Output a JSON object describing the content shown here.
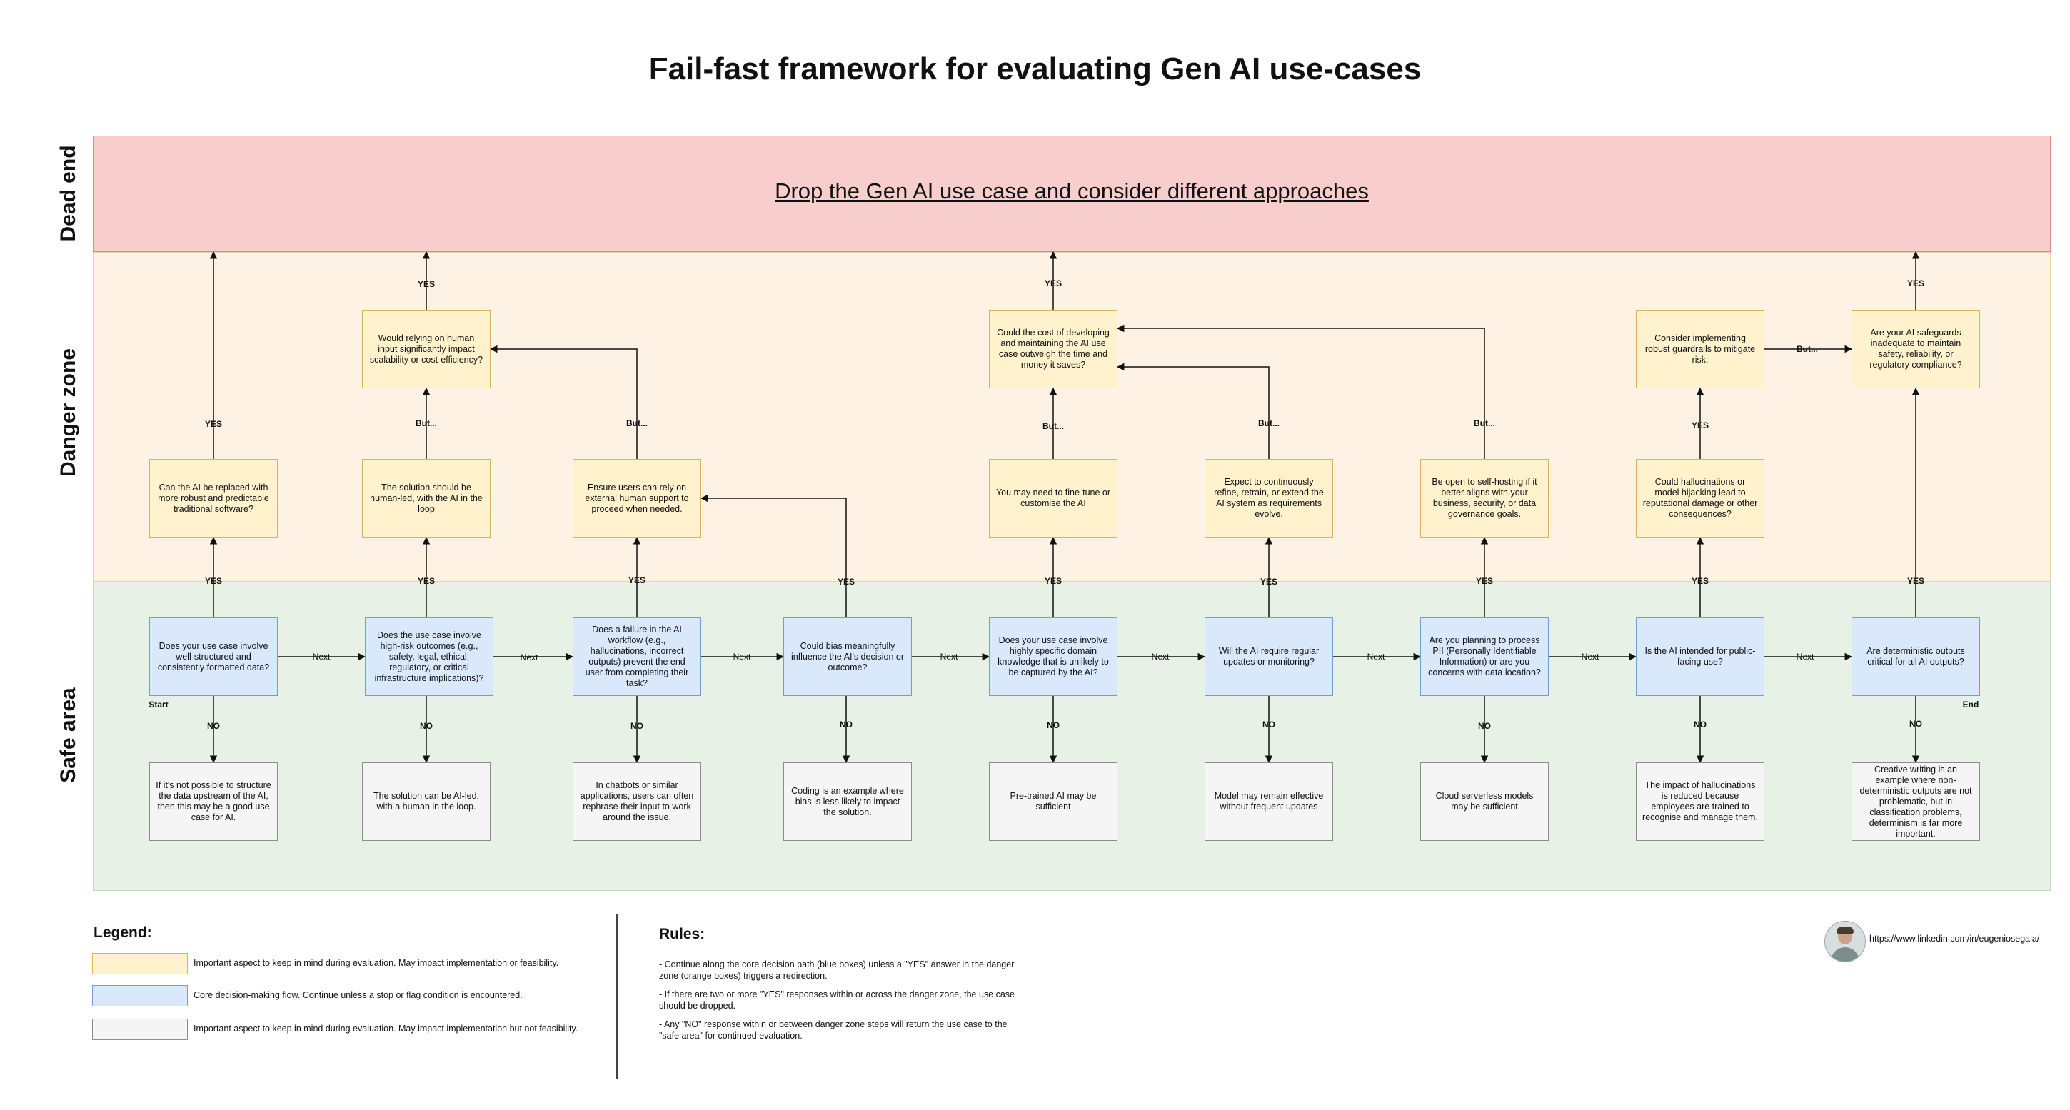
{
  "title": "Fail-fast framework for evaluating Gen AI use-cases",
  "zones": {
    "dead_end": "Dead end",
    "danger_zone": "Danger zone",
    "safe_area": "Safe area"
  },
  "dead_end_text": "Drop the Gen AI use case and consider different approaches",
  "core": [
    "Does your use case involve well-structured and consistently formatted data?",
    "Does the use case involve high-risk outcomes (e.g., safety, legal, ethical, regulatory, or critical infrastructure implications)?",
    "Does a failure in the AI workflow (e.g., hallucinations, incorrect outputs) prevent the end user from completing their task?",
    "Could bias meaningfully influence the AI's decision or outcome?",
    "Does your use case involve highly specific domain knowledge that is unlikely to be captured by the AI?",
    "Will the AI require regular updates or monitoring?",
    "Are you planning to process PII (Personally Identifiable Information) or are you concerns with data location?",
    "Is the AI intended for public-facing use?",
    "Are deterministic outputs critical for all AI outputs?"
  ],
  "danger_low": [
    "Can the AI be replaced with more robust and predictable traditional software?",
    "The solution should be human-led, with the AI in the loop",
    "Ensure users can rely on external human support to proceed when needed.",
    "You may need to fine-tune or customise the AI",
    "Expect to continuously refine, retrain, or extend the AI system as requirements evolve.",
    "Be open to self-hosting if it better aligns with your business, security, or data governance goals.",
    "Could hallucinations or model hijacking lead to reputational damage or other consequences?"
  ],
  "danger_high": [
    "Would relying on human input significantly impact scalability or cost-efficiency?",
    "Could the cost of developing and maintaining the AI use case outweigh the time and money it saves?",
    "Consider implementing robust guardrails to mitigate risk.",
    "Are your AI safeguards inadequate to maintain safety, reliability, or regulatory compliance?"
  ],
  "safe": [
    "If it's not possible to structure the data upstream of the AI, then this may be a good use case for AI.",
    "The solution can be AI-led, with a human in the loop.",
    "In chatbots or similar applications, users can often rephrase their input to work around the issue.",
    "Coding is an example where bias is less likely to impact the solution.",
    "Pre-trained AI may be sufficient",
    "Model may remain effective without frequent updates",
    "Cloud serverless models may be sufficient",
    "The impact of hallucinations is reduced because employees are trained to recognise and manage them.",
    "Creative writing is an example where non-deterministic outputs are not problematic, but in classification problems, determinism is far more important."
  ],
  "edge_labels": {
    "yes": "YES",
    "no": "NO",
    "next": "Next",
    "but": "But...",
    "start": "Start",
    "end": "End"
  },
  "legend": {
    "title": "Legend:",
    "items": [
      {
        "color": "#fff2cc",
        "border": "#d6b656",
        "text": "Important aspect to keep in mind during evaluation. May impact implementation or feasibility."
      },
      {
        "color": "#dae8fc",
        "border": "#7a9bd0",
        "text": "Core decision-making flow. Continue unless a stop or flag condition is encountered."
      },
      {
        "color": "#f5f5f5",
        "border": "#8c8c8c",
        "text": "Important aspect to keep in mind during evaluation. May impact implementation but not feasibility."
      }
    ]
  },
  "rules": {
    "title": "Rules:",
    "items": [
      "- Continue along the core decision path (blue boxes) unless a \"YES\" answer in the danger zone (orange boxes) triggers a redirection.",
      "- If there are two or more \"YES\" responses within or across the danger zone, the use case should be dropped.",
      "- Any \"NO\" response within or between danger zone steps will return the use case to the \"safe area\" for continued evaluation."
    ]
  },
  "author_url": "https://www.linkedin.com/in/eugeniosegala/",
  "colors": {
    "dead": "#f8cecc",
    "danger": "#fdf2e3",
    "safe": "#e8f1e6",
    "core": "#dae8fc",
    "warning": "#fff2cc",
    "note": "#f5f5f5"
  }
}
